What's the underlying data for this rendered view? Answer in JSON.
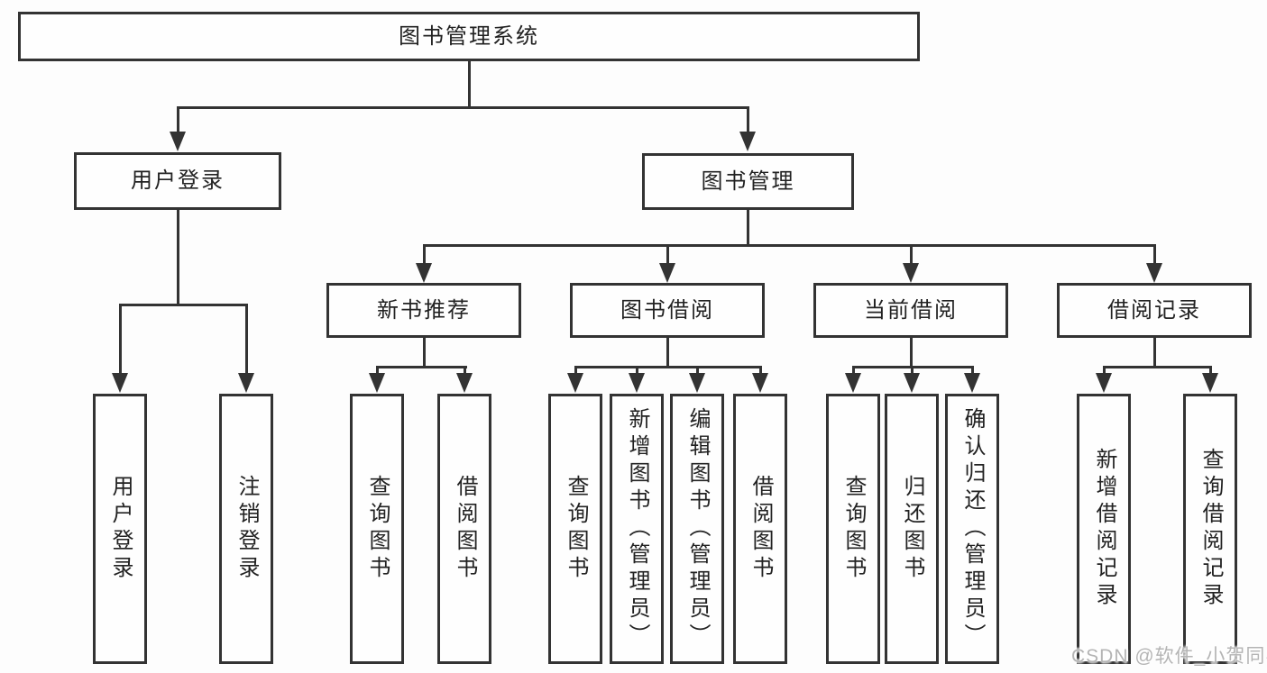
{
  "colors": {
    "line": "#333333",
    "text": "#222222",
    "box_fill": "#fefefe",
    "background": "#fdfdfd",
    "watermark": "#b4b4b4"
  },
  "tree": {
    "root": {
      "label": "图书管理系统"
    },
    "user_login": {
      "label": "用户登录",
      "children": [
        {
          "label": "用户登录"
        },
        {
          "label": "注销登录"
        }
      ]
    },
    "book_mgmt": {
      "label": "图书管理",
      "children": [
        {
          "label": "新书推荐",
          "children": [
            {
              "label": "查询图书"
            },
            {
              "label": "借阅图书"
            }
          ]
        },
        {
          "label": "图书借阅",
          "children": [
            {
              "label": "查询图书"
            },
            {
              "label": "新增图书（管理员）"
            },
            {
              "label": "编辑图书（管理员）"
            },
            {
              "label": "借阅图书"
            }
          ]
        },
        {
          "label": "当前借阅",
          "children": [
            {
              "label": "查询图书"
            },
            {
              "label": "归还图书"
            },
            {
              "label": "确认归还（管理员）"
            }
          ]
        },
        {
          "label": "借阅记录",
          "children": [
            {
              "label": "新增借阅记录"
            },
            {
              "label": "查询借阅记录"
            }
          ]
        }
      ]
    }
  },
  "watermark": {
    "text": "CSDN @软件_小贺同学"
  }
}
